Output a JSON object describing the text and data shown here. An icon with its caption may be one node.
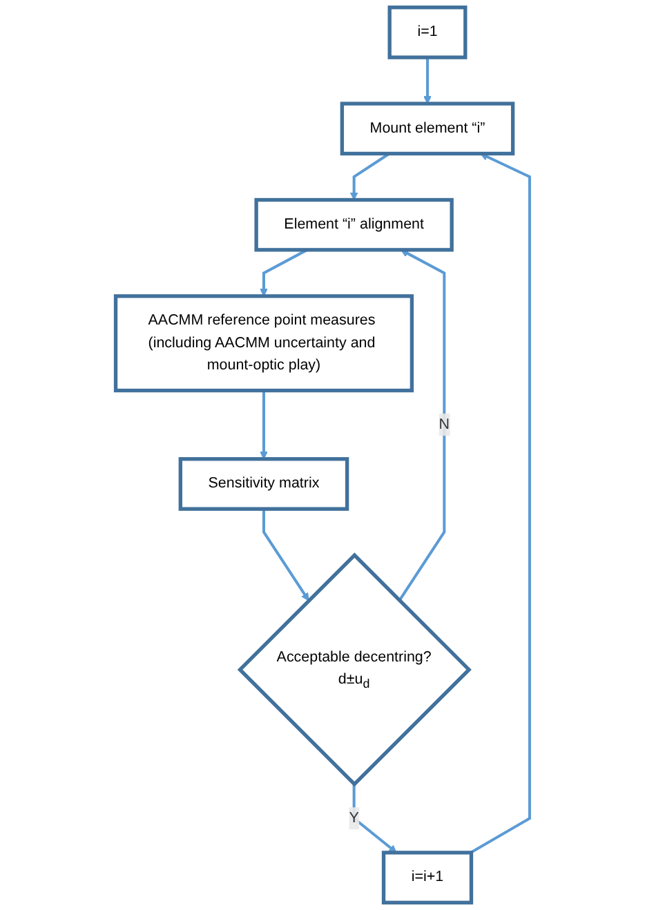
{
  "diagram": {
    "nodes": [
      {
        "text": [
          "i=1"
        ]
      },
      {
        "text": [
          "Mount element “i”"
        ]
      },
      {
        "text": [
          "Element “i” alignment"
        ]
      },
      {
        "text": [
          "AACMM reference point measures (including AACMM uncertainty and mount-optic play)"
        ]
      },
      {
        "text": [
          "Sensitivity matrix"
        ]
      },
      {
        "text": [
          "Acceptable decentring?",
          "d±u$_{d}$"
        ]
      },
      {
        "text": [
          "i=i+1"
        ]
      }
    ],
    "edges": [
      {
        "from": 0,
        "to": 1,
        "arrow": "to"
      },
      {
        "from": 1,
        "to": 2,
        "arrow": "to"
      },
      {
        "from": 2,
        "to": 3,
        "arrow": "to"
      },
      {
        "from": 3,
        "to": 4,
        "arrow": "to"
      },
      {
        "from": 4,
        "to": 5,
        "arrow": "to"
      },
      {
        "from": 5,
        "to": 2,
        "arrow": "to",
        "label": "N"
      },
      {
        "from": 5,
        "to": 6,
        "arrow": "to",
        "label": "Y"
      },
      {
        "from": 6,
        "to": 1,
        "arrow": "to"
      }
    ]
  }
}
